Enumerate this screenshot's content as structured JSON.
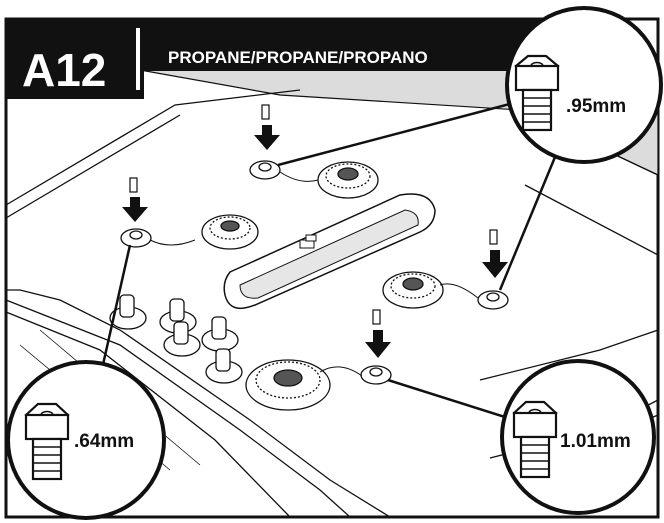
{
  "header": {
    "step": "A12",
    "title": "PROPANE/PROPANE/PROPANO"
  },
  "callouts": [
    {
      "id": "top-right",
      "size": ".95mm"
    },
    {
      "id": "bottom-left",
      "size": ".64mm"
    },
    {
      "id": "bottom-right",
      "size": "1.01mm"
    }
  ],
  "colors": {
    "header_bg": "#111111",
    "line": "#111111",
    "gray_panel": "#dcdcdc",
    "background": "#ffffff"
  }
}
